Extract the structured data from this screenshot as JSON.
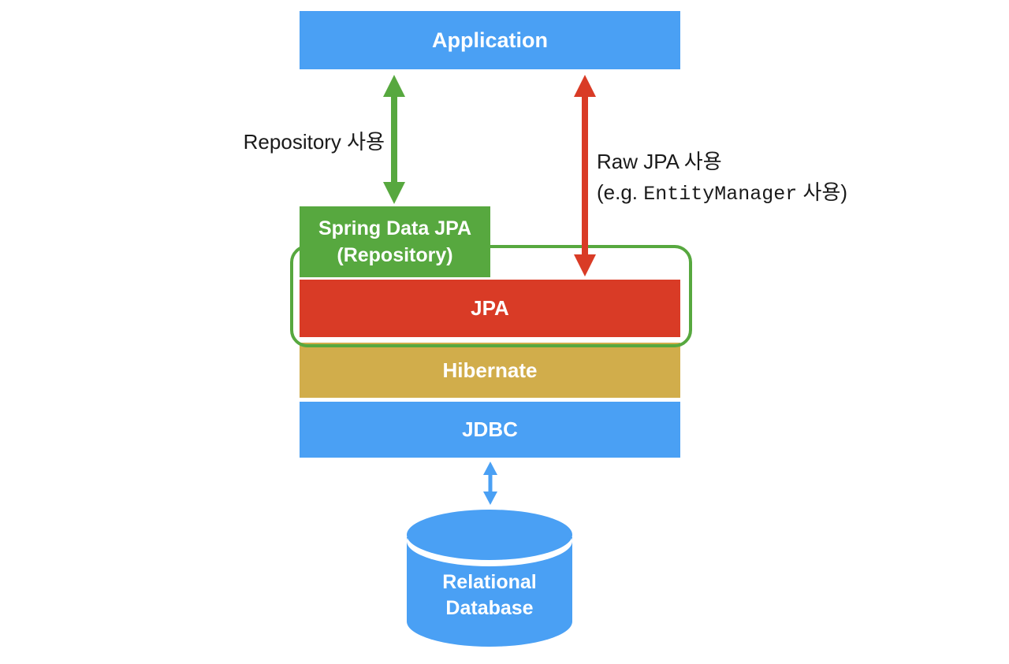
{
  "diagram": {
    "layers": {
      "application": {
        "label": "Application",
        "color": "#4AA0F4"
      },
      "spring_data_jpa": {
        "line1": "Spring Data JPA",
        "line2": "(Repository)",
        "color": "#57A83F"
      },
      "jpa": {
        "label": "JPA",
        "color": "#D93B26"
      },
      "hibernate": {
        "label": "Hibernate",
        "color": "#D1AD4B"
      },
      "jdbc": {
        "label": "JDBC",
        "color": "#4AA0F4"
      },
      "database": {
        "line1": "Relational",
        "line2": "Database",
        "color": "#4AA0F4"
      }
    },
    "annotations": {
      "repository_usage": "Repository 사용",
      "raw_jpa_line1": "Raw JPA 사용",
      "raw_jpa_line2_prefix": "(e.g. ",
      "raw_jpa_line2_code": "EntityManager",
      "raw_jpa_line2_suffix": " 사용)"
    },
    "arrows": {
      "repository": {
        "color": "#57A83F",
        "style": "double-headed"
      },
      "raw_jpa": {
        "color": "#D93B26",
        "style": "double-headed"
      },
      "jdbc_database": {
        "color": "#4AA0F4",
        "style": "double-headed"
      }
    },
    "group_outline_color": "#57A83F"
  }
}
